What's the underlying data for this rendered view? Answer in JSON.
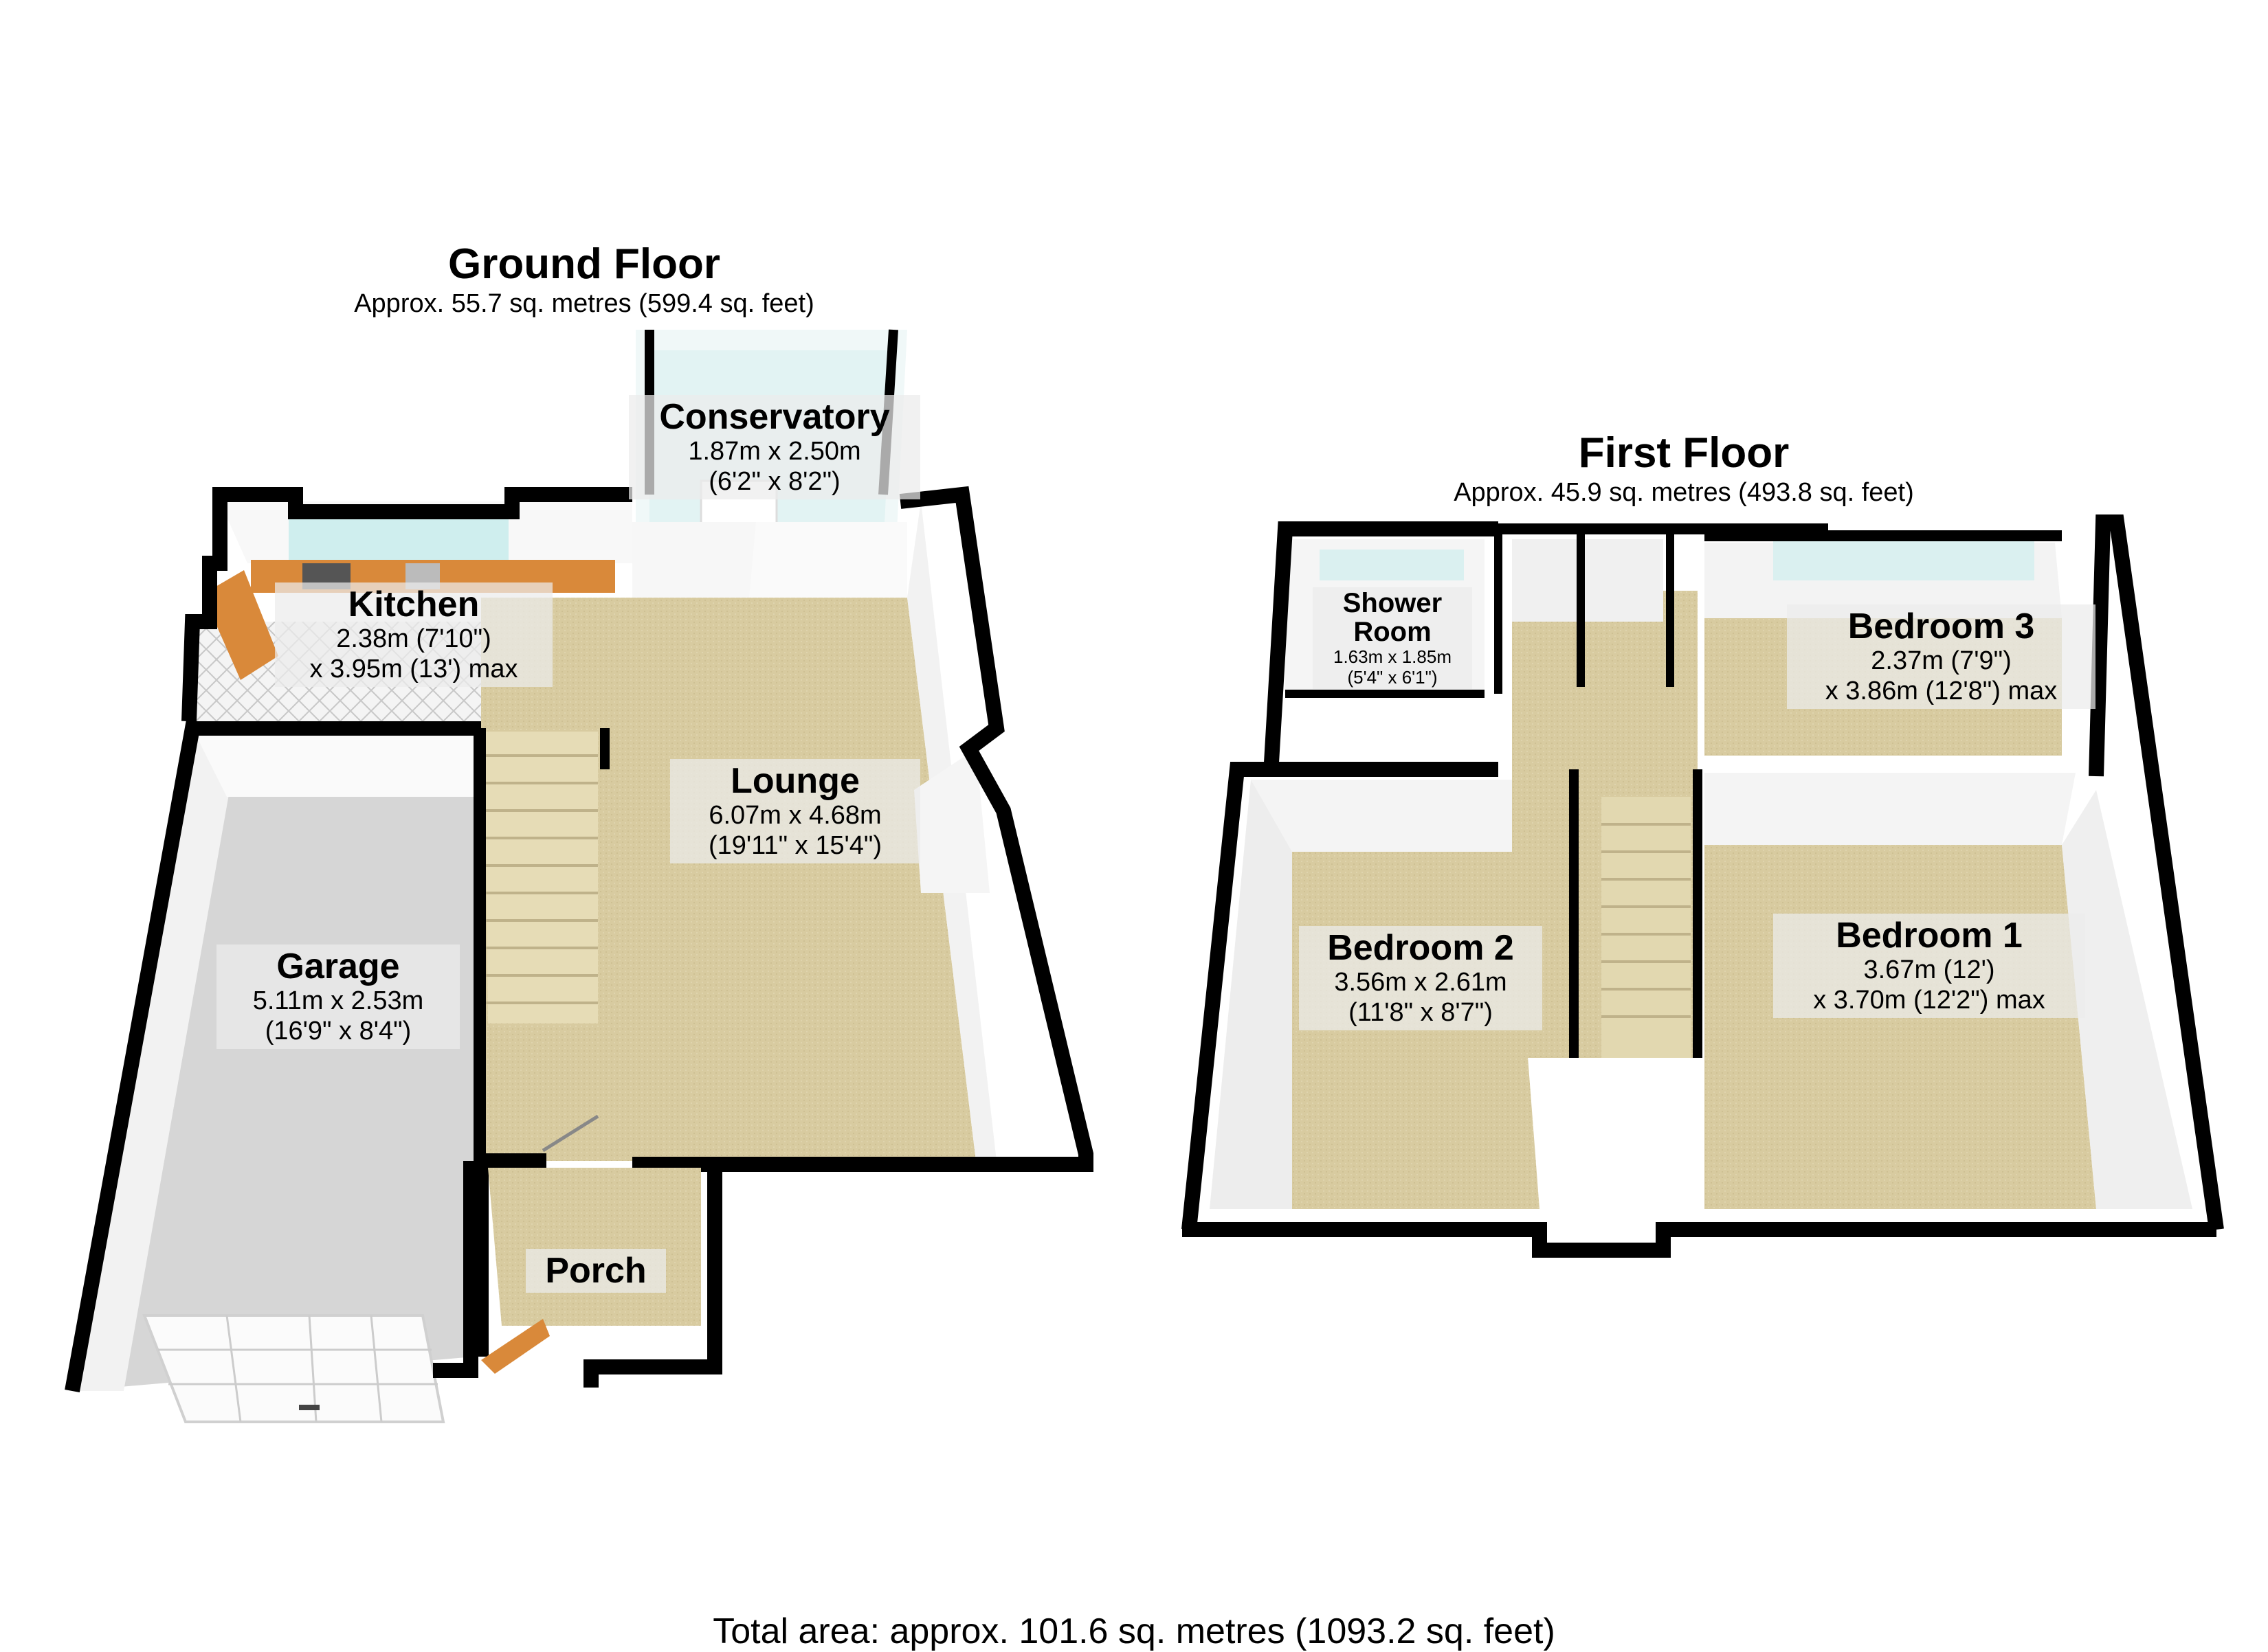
{
  "ground_floor": {
    "title": "Ground Floor",
    "area": "Approx. 55.7 sq. metres (599.4 sq. feet)",
    "rooms": {
      "conservatory": {
        "name": "Conservatory",
        "dim1": "1.87m x 2.50m",
        "dim2": "(6'2\" x 8'2\")"
      },
      "kitchen": {
        "name": "Kitchen",
        "dim1": "2.38m (7'10\")",
        "dim2": "x 3.95m (13') max"
      },
      "lounge": {
        "name": "Lounge",
        "dim1": "6.07m x 4.68m",
        "dim2": "(19'11\" x 15'4\")"
      },
      "garage": {
        "name": "Garage",
        "dim1": "5.11m x 2.53m",
        "dim2": "(16'9\" x 8'4\")"
      },
      "porch": {
        "name": "Porch"
      }
    }
  },
  "first_floor": {
    "title": "First Floor",
    "area": "Approx. 45.9 sq. metres (493.8 sq. feet)",
    "rooms": {
      "shower_room": {
        "name1": "Shower",
        "name2": "Room",
        "dim1": "1.63m x 1.85m",
        "dim2": "(5'4\" x 6'1\")"
      },
      "bedroom3": {
        "name": "Bedroom 3",
        "dim1": "2.37m (7'9\")",
        "dim2": "x 3.86m (12'8\") max"
      },
      "bedroom2": {
        "name": "Bedroom 2",
        "dim1": "3.56m x 2.61m",
        "dim2": "(11'8\" x 8'7\")"
      },
      "bedroom1": {
        "name": "Bedroom 1",
        "dim1": "3.67m (12')",
        "dim2": "x 3.70m (12'2\") max"
      }
    }
  },
  "total_area": "Total area: approx. 101.6 sq. metres (1093.2 sq. feet)",
  "colors": {
    "wall": "#000000",
    "carpet": "#d9cca0",
    "garage_floor": "#d8d8d8",
    "kitchen_counter": "#d9893a",
    "window": "#cfeeee"
  }
}
